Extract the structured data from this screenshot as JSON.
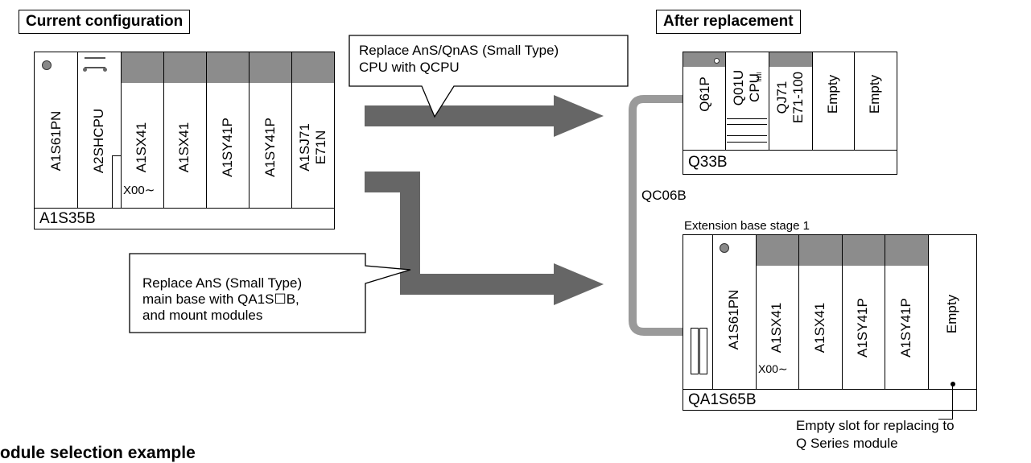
{
  "titles": {
    "current": "Current configuration",
    "after": "After replacement"
  },
  "current_base": {
    "name": "A1S35B",
    "slots": [
      "A1S61PN",
      "A2SHCPU",
      "A1SX41",
      "A1SX41",
      "A1SY41P",
      "A1SY41P",
      "A1SJ71\nE71N"
    ],
    "x_label": "X00∼"
  },
  "main_base": {
    "name": "Q33B",
    "slots": [
      "Q61P",
      "Q01U\nCPU",
      "QJ71\nE71-100",
      "Empty",
      "Empty"
    ]
  },
  "ext_base": {
    "caption": "Extension base stage 1",
    "name": "QA1S65B",
    "slots": [
      "A1S61PN",
      "A1SX41",
      "A1SX41",
      "A1SY41P",
      "A1SY41P",
      "Empty"
    ],
    "x_label": "X00∼"
  },
  "cable": "QC06B",
  "callouts": {
    "cpu": "Replace AnS/QnAS (Small Type)\nCPU with QCPU",
    "base": "Replace AnS (Small Type)\nmain base with QA1S☐B,\nand mount modules",
    "empty_note": "Empty slot for replacing to\nQ Series module"
  },
  "section_heading": "odule selection example"
}
